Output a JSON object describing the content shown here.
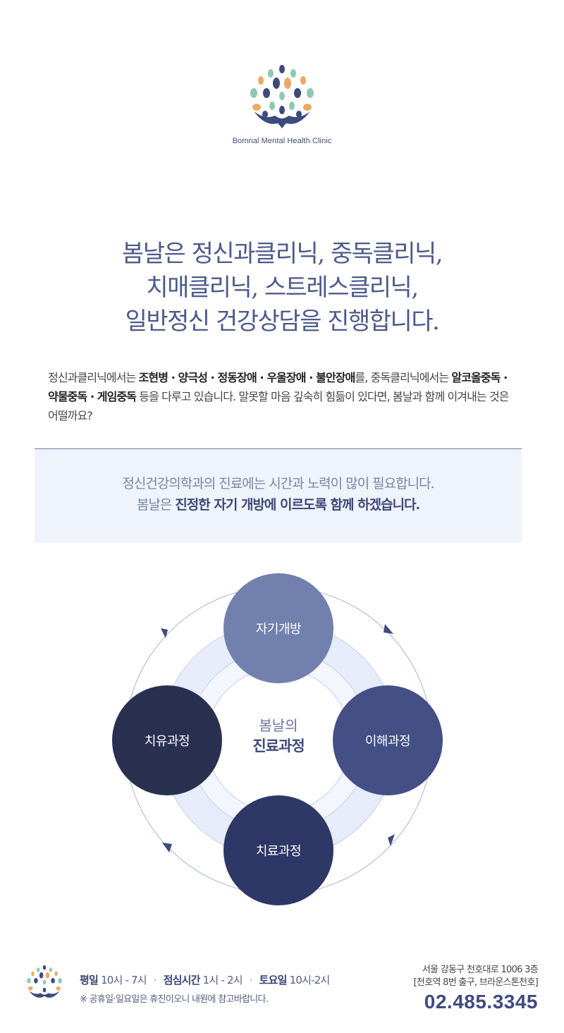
{
  "brand": {
    "caption": "Bomnal Mental Health Clinic",
    "colors": {
      "navy": "#3d4a7e",
      "mint": "#8ec9b8",
      "orange": "#eeaa60"
    }
  },
  "headline": {
    "line1": "봄날은 정신과클리닉, 중독클리닉,",
    "line2": "치매클리닉, 스트레스클리닉,",
    "line3": "일반정신 건강상담을 진행합니다."
  },
  "intro": {
    "part1": "정신과클리닉에서는 ",
    "bold1": "조현병 · 양극성 · 정동장애 · 우울장애 · 불안장애",
    "part2": "를, 중독클리닉에서는 ",
    "bold2": "알코올중독 · 약물중독 · 게임중독",
    "part3": " 등을 다루고 있습니다. 말못할 마음 깊숙히 힘듦이 있다면, 봄날과 함께 이겨내는 것은 어떨까요?"
  },
  "quote": {
    "line1": "정신건강의학과의 진료에는 시간과 노력이 많이 필요합니다.",
    "line2_prefix": "봄날은 ",
    "line2_strong": "진정한 자기 개방에 이르도록 함께 하겠습니다."
  },
  "process": {
    "center_top": "봄날의",
    "center_bottom": "진료과정",
    "stages": [
      "자기개방",
      "이해과정",
      "치료과정",
      "치유과정"
    ]
  },
  "footer": {
    "weekday_label": "평일",
    "weekday_time": "10시 - 7시",
    "lunch_label": "점심시간",
    "lunch_time": "1시 - 2시",
    "saturday_label": "토요일",
    "saturday_time": "10시-2시",
    "separator": "·",
    "notice": "※ 공휴일·일요일은 휴진이오니 내원에 참고바랍니다.",
    "address_line1": "서울 강동구 천호대로 1006 3층",
    "address_line2": "[천호역 8번 출구, 브라운스톤천호]",
    "phone": "02.485.3345"
  }
}
